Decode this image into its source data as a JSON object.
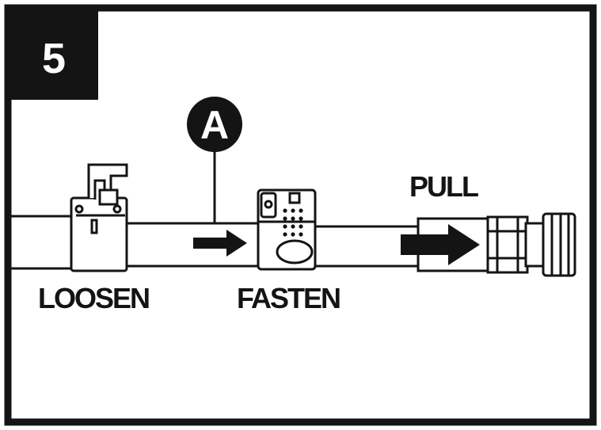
{
  "step": {
    "number": "5"
  },
  "callout": {
    "letter": "A"
  },
  "labels": {
    "loosen": "LOOSEN",
    "fasten": "FASTEN",
    "pull": "PULL"
  },
  "icons": [
    "loosen-clamp-icon",
    "fasten-clamp-icon",
    "hose-connector-icon",
    "arrow-right-icon"
  ],
  "colors": {
    "ink": "#141414",
    "paper": "#ffffff"
  }
}
